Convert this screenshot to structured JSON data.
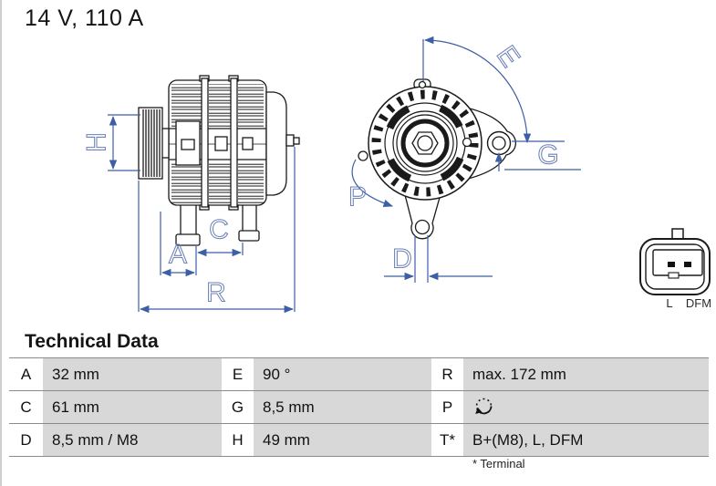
{
  "header": {
    "title": "14 V, 110 A"
  },
  "diagram": {
    "side_view": {
      "labels": {
        "H": "H",
        "A": "A",
        "C": "C",
        "R": "R"
      }
    },
    "front_view": {
      "labels": {
        "E": "E",
        "G": "G",
        "P": "P",
        "D": "D"
      }
    },
    "connector": {
      "pin_labels": [
        "L",
        "DFM"
      ]
    }
  },
  "table": {
    "heading": "Technical Data",
    "rows": [
      [
        {
          "key": "A",
          "value": "32 mm"
        },
        {
          "key": "E",
          "value": "90 °"
        },
        {
          "key": "R",
          "value": "max. 172 mm"
        }
      ],
      [
        {
          "key": "C",
          "value": "61 mm"
        },
        {
          "key": "G",
          "value": "8,5 mm"
        },
        {
          "key": "P",
          "value": "",
          "value_icon": "rotation-direction-icon"
        }
      ],
      [
        {
          "key": "D",
          "value": "8,5 mm / M8"
        },
        {
          "key": "H",
          "value": "49 mm"
        },
        {
          "key": "T*",
          "value": "B+(M8), L, DFM"
        }
      ]
    ],
    "footnote": "* Terminal"
  },
  "colors": {
    "dimension_blue": "#3c5fa5",
    "dimension_label_blue": "#6d82b6",
    "line_dark": "#1a1a1a",
    "table_cell_gray": "#d8d8d8",
    "table_border_gray": "#8a8a8a"
  }
}
